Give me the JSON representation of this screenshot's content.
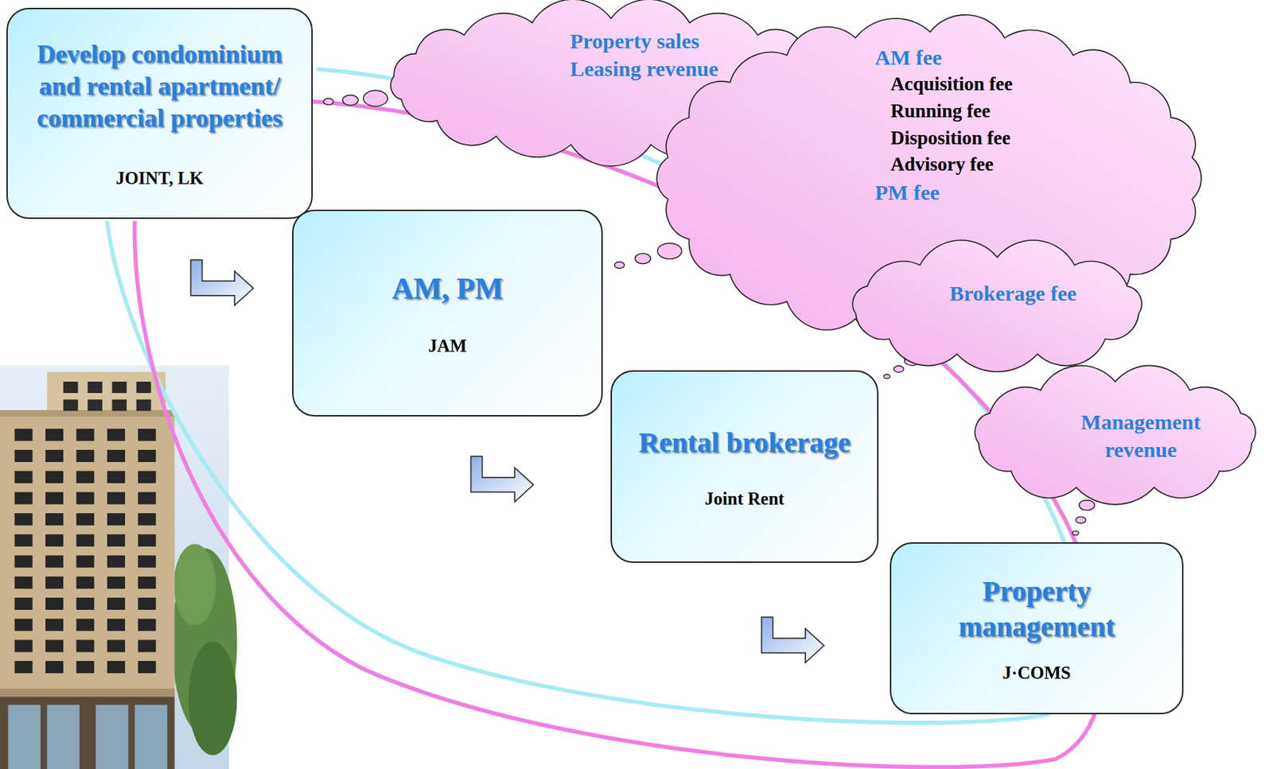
{
  "diagram": {
    "nodes": [
      {
        "text": [
          "Develop condominium and rental apartment/ commercial properties",
          "JOINT, LK"
        ]
      },
      {
        "text": [
          "AM, PM",
          "JAM"
        ]
      },
      {
        "text": [
          "Rental brokerage",
          "Joint Rent"
        ]
      },
      {
        "text": [
          "Property management",
          "J·COMS"
        ]
      },
      {
        "text": [
          "Property sales",
          "Leasing revenue"
        ]
      },
      {
        "text": [
          "AM fee",
          "Acquisition fee",
          "Running fee",
          "Disposition fee",
          "Advisory fee",
          "PM fee"
        ]
      },
      {
        "text": [
          "Brokerage fee"
        ]
      },
      {
        "text": [
          "Management revenue"
        ]
      }
    ],
    "edges": [
      {
        "from": 0,
        "to": 4,
        "arrow": "none"
      },
      {
        "from": 1,
        "to": 5,
        "arrow": "none"
      },
      {
        "from": 2,
        "to": 6,
        "arrow": "none"
      },
      {
        "from": 3,
        "to": 7,
        "arrow": "none"
      }
    ]
  }
}
